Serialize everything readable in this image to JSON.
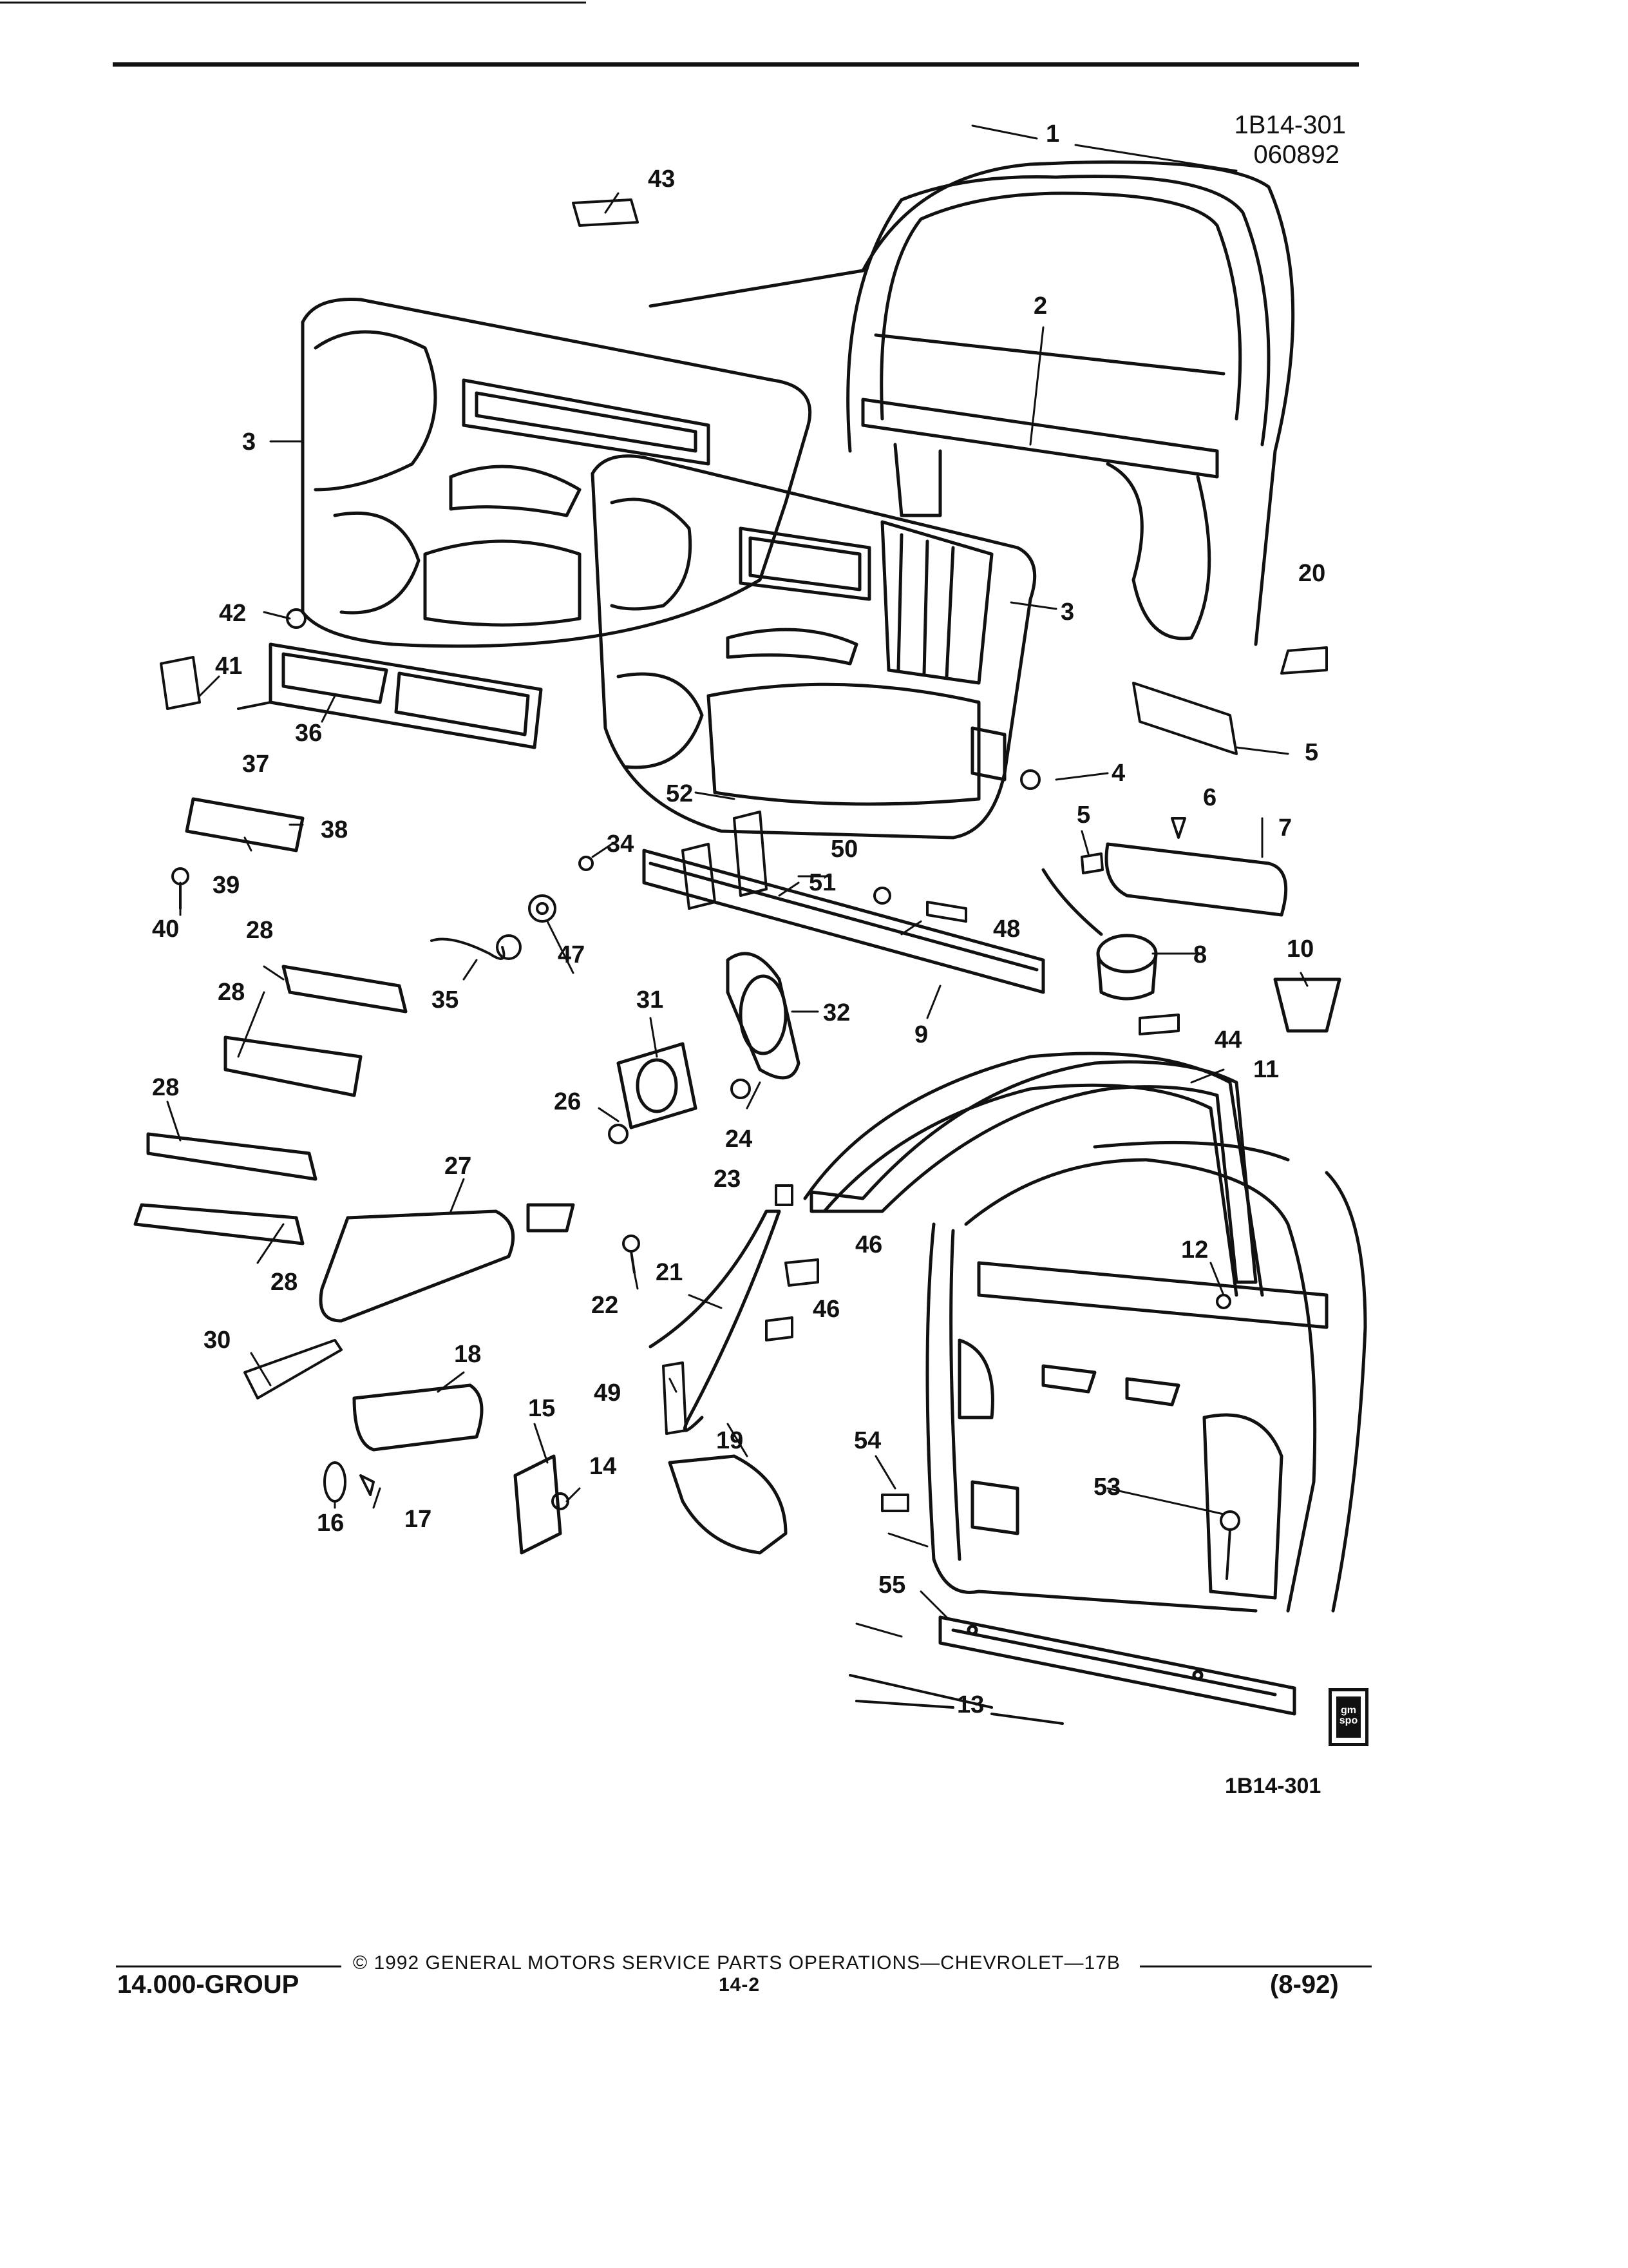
{
  "header": {
    "illustration_code": "1B14-301",
    "date_code": "060892"
  },
  "diagram": {
    "callouts": [
      "1",
      "2",
      "3",
      "3",
      "4",
      "5",
      "5",
      "6",
      "7",
      "8",
      "9",
      "10",
      "11",
      "12",
      "13",
      "14",
      "15",
      "16",
      "17",
      "18",
      "19",
      "20",
      "21",
      "22",
      "23",
      "24",
      "26",
      "27",
      "28",
      "28",
      "28",
      "28",
      "30",
      "31",
      "32",
      "34",
      "35",
      "36",
      "37",
      "38",
      "39",
      "40",
      "41",
      "42",
      "43",
      "44",
      "46",
      "46",
      "47",
      "48",
      "49",
      "50",
      "51",
      "52",
      "53",
      "54",
      "55"
    ],
    "footer_code": "1B14-301",
    "logo_text": "gm spo"
  },
  "footer": {
    "copyright": "©  1992  GENERAL MOTORS SERVICE PARTS OPERATIONS—CHEVROLET—17B",
    "group": "14.000-GROUP",
    "page_number": "14-2",
    "revision": "(8-92)"
  }
}
